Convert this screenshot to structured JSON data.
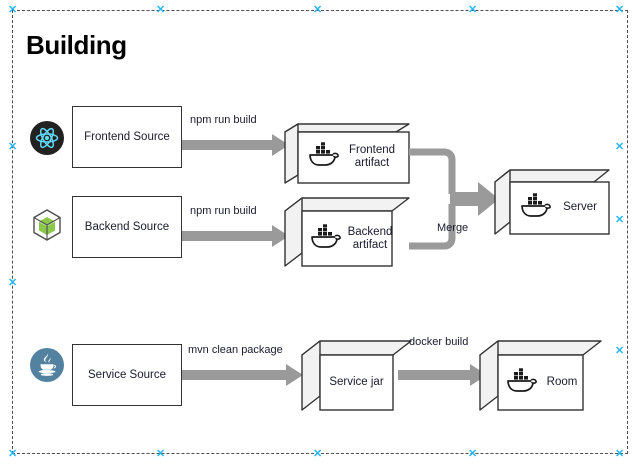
{
  "diagram": {
    "title": "Building",
    "selection": {
      "handle_glyph": "✕",
      "handle_color": "#29b6f6",
      "border_color": "#4d4d4d"
    },
    "colors": {
      "arrow": "#9a9a9a",
      "node_border": "#333333",
      "cube_face": "#ffffff",
      "cube_side": "#f2f2f2",
      "react": "#61dafb",
      "react_bg": "#222222",
      "node_green": "#8cc84b",
      "java_blue": "#5382a1",
      "docker_blue": "#2396ed",
      "text": "#1a1a2e"
    },
    "rows": [
      {
        "id": "frontend",
        "tech_icon": "react-icon",
        "source": {
          "label": "Frontend Source"
        },
        "edge": {
          "label": "npm run build"
        },
        "artifact": {
          "label": "Frontend\nartifact",
          "icon": "docker-icon"
        }
      },
      {
        "id": "backend",
        "tech_icon": "nodejs-icon",
        "source": {
          "label": "Backend Source"
        },
        "edge": {
          "label": "npm run build"
        },
        "artifact": {
          "label": "Backend\nartifact",
          "icon": "docker-icon"
        }
      },
      {
        "id": "service",
        "tech_icon": "java-icon",
        "source": {
          "label": "Service Source"
        },
        "edge": {
          "label": "mvn clean package"
        },
        "artifact": {
          "label": "Service jar",
          "icon": "none"
        },
        "edge2": {
          "label": "docker build"
        },
        "output": {
          "label": "Room",
          "icon": "docker-icon"
        }
      }
    ],
    "merge": {
      "label": "Merge",
      "target": {
        "label": "Server",
        "icon": "docker-icon"
      }
    }
  }
}
